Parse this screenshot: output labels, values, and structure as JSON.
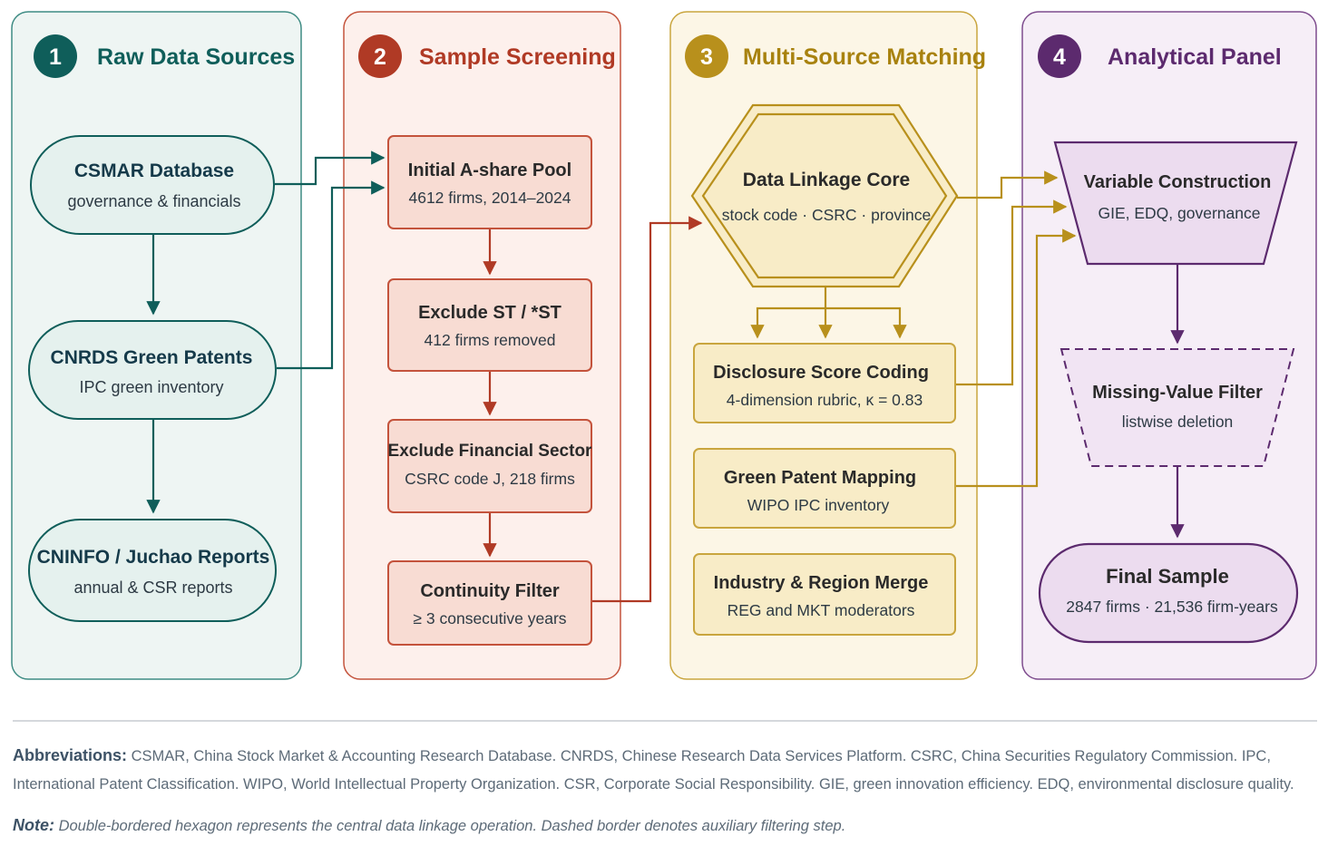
{
  "colors": {
    "green": "#0f5e5a",
    "green_fill": "#eef5f3",
    "green_box": "#e5f1ee",
    "red": "#b03a25",
    "red_fill": "#fdf0ec",
    "red_box": "#f8dcd3",
    "gold": "#b8901c",
    "gold_fill": "#fcf6e6",
    "gold_box": "#f8ecc7",
    "purple": "#5c2a6e",
    "purple_fill": "#f6eef7",
    "purple_box": "#ecdcef"
  },
  "columns": [
    {
      "number": "1",
      "title": "Raw Data Sources"
    },
    {
      "number": "2",
      "title": "Sample Screening"
    },
    {
      "number": "3",
      "title": "Multi-Source Matching"
    },
    {
      "number": "4",
      "title": "Analytical Panel"
    }
  ],
  "nodes": {
    "csmar": {
      "title": "CSMAR Database",
      "sub": "governance & financials"
    },
    "cnrds": {
      "title": "CNRDS Green Patents",
      "sub": "IPC green inventory"
    },
    "cninfo": {
      "title": "CNINFO / Juchao Reports",
      "sub": "annual & CSR reports"
    },
    "pool": {
      "title": "Initial A-share Pool",
      "sub": "4612 firms, 2014–2024"
    },
    "exclude_st": {
      "title": "Exclude ST / *ST",
      "sub": "412 firms removed"
    },
    "exclude_fin": {
      "title": "Exclude Financial Sector",
      "sub": "CSRC code J, 218 firms"
    },
    "continuity": {
      "title": "Continuity Filter",
      "sub": "≥ 3 consecutive years"
    },
    "linkage": {
      "title": "Data Linkage Core",
      "sub": "stock code · CSRC · province"
    },
    "disclosure": {
      "title": "Disclosure Score Coding",
      "sub": "4-dimension rubric, κ = 0.83"
    },
    "patent": {
      "title": "Green Patent Mapping",
      "sub": "WIPO IPC inventory"
    },
    "industry": {
      "title": "Industry & Region Merge",
      "sub": "REG and MKT moderators"
    },
    "variable": {
      "title": "Variable Construction",
      "sub": "GIE, EDQ, governance"
    },
    "missing": {
      "title": "Missing-Value Filter",
      "sub": "listwise deletion"
    },
    "final": {
      "title": "Final Sample",
      "sub": "2847 firms · 21,536 firm-years"
    }
  },
  "footer": {
    "abbr_label": "Abbreviations:",
    "abbr_text": "CSMAR, China Stock Market & Accounting Research Database. CNRDS, Chinese Research Data Services Platform. CSRC, China Securities Regulatory Commission. IPC, International Patent Classification. WIPO, World Intellectual Property Organization. CSR, Corporate Social Responsibility. GIE, green innovation efficiency. EDQ, environmental disclosure quality.",
    "note_label": "Note:",
    "note_text": "Double-bordered hexagon represents the central data linkage operation. Dashed border denotes auxiliary filtering step."
  }
}
